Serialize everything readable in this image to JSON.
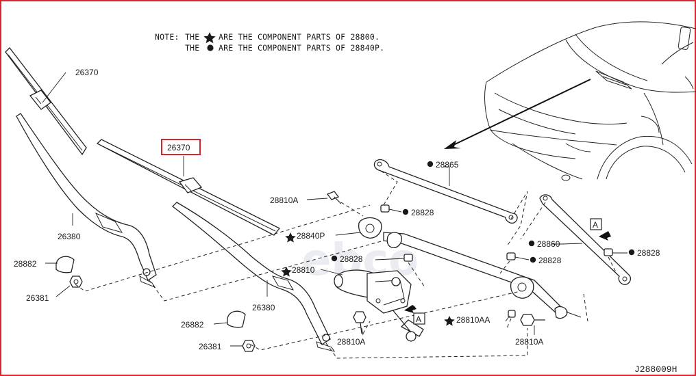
{
  "note": {
    "prefix": "NOTE:",
    "line1_pre": "THE",
    "line1_post": "ARE THE COMPONENT PARTS OF 28800.",
    "line2_pre": "THE",
    "line2_post": "ARE THE COMPONENT PARTS OF 28840P."
  },
  "labels": {
    "blade_driver": "26370",
    "blade_passenger_highlighted": "26370",
    "arm_driver": "26380",
    "arm_passenger": "26380",
    "cap_driver": "28882",
    "cap_passenger": "26882",
    "nut_driver": "26381",
    "nut_passenger": "26381",
    "bolt_top": "28810A",
    "link_assy": "28840P",
    "motor": "28810",
    "link_rod_top": "28865",
    "bushing_1": "28828",
    "bushing_2": "28828",
    "bushing_3": "28828",
    "bushing_4": "28828",
    "link_rod_right": "28860",
    "bolt_bottom_right": "28810A",
    "bolt_bottom_left": "28810A",
    "bolt_aa": "28810AA",
    "view_a_1": "A",
    "view_a_2": "A"
  },
  "diagram_code": "J288009H",
  "watermark": "ebco",
  "colors": {
    "highlight": "#d8252f",
    "line": "#222222",
    "watermark": "#d9dde6"
  }
}
